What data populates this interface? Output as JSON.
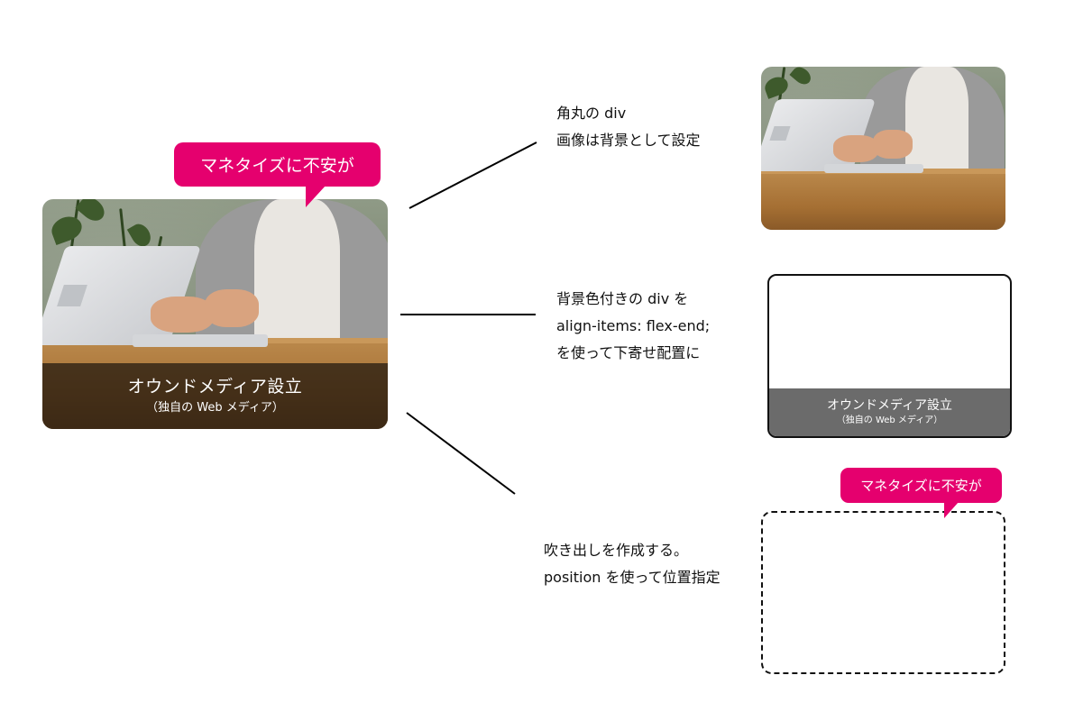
{
  "main_card": {
    "bubble_label": "マネタイズに不安が",
    "caption_title": "オウンドメディア設立",
    "caption_sub": "（独自の Web メディア）"
  },
  "notes": [
    {
      "lines": [
        "角丸の div",
        "画像は背景として設定"
      ]
    },
    {
      "lines": [
        "背景色付きの div を",
        "align-items: flex-end;",
        "を使って下寄せ配置に"
      ]
    },
    {
      "lines": [
        "吹き出しを作成する。",
        "position を使って位置指定"
      ]
    }
  ],
  "examples": {
    "caption_title": "オウンドメディア設立",
    "caption_sub": "（独自の Web メディア）",
    "bubble_label": "マネタイズに不安が"
  },
  "colors": {
    "bubble": "#e5006e",
    "caption_overlay": "#1e160e",
    "example_caption_bg": "#6b6b6b",
    "line": "#000000"
  }
}
